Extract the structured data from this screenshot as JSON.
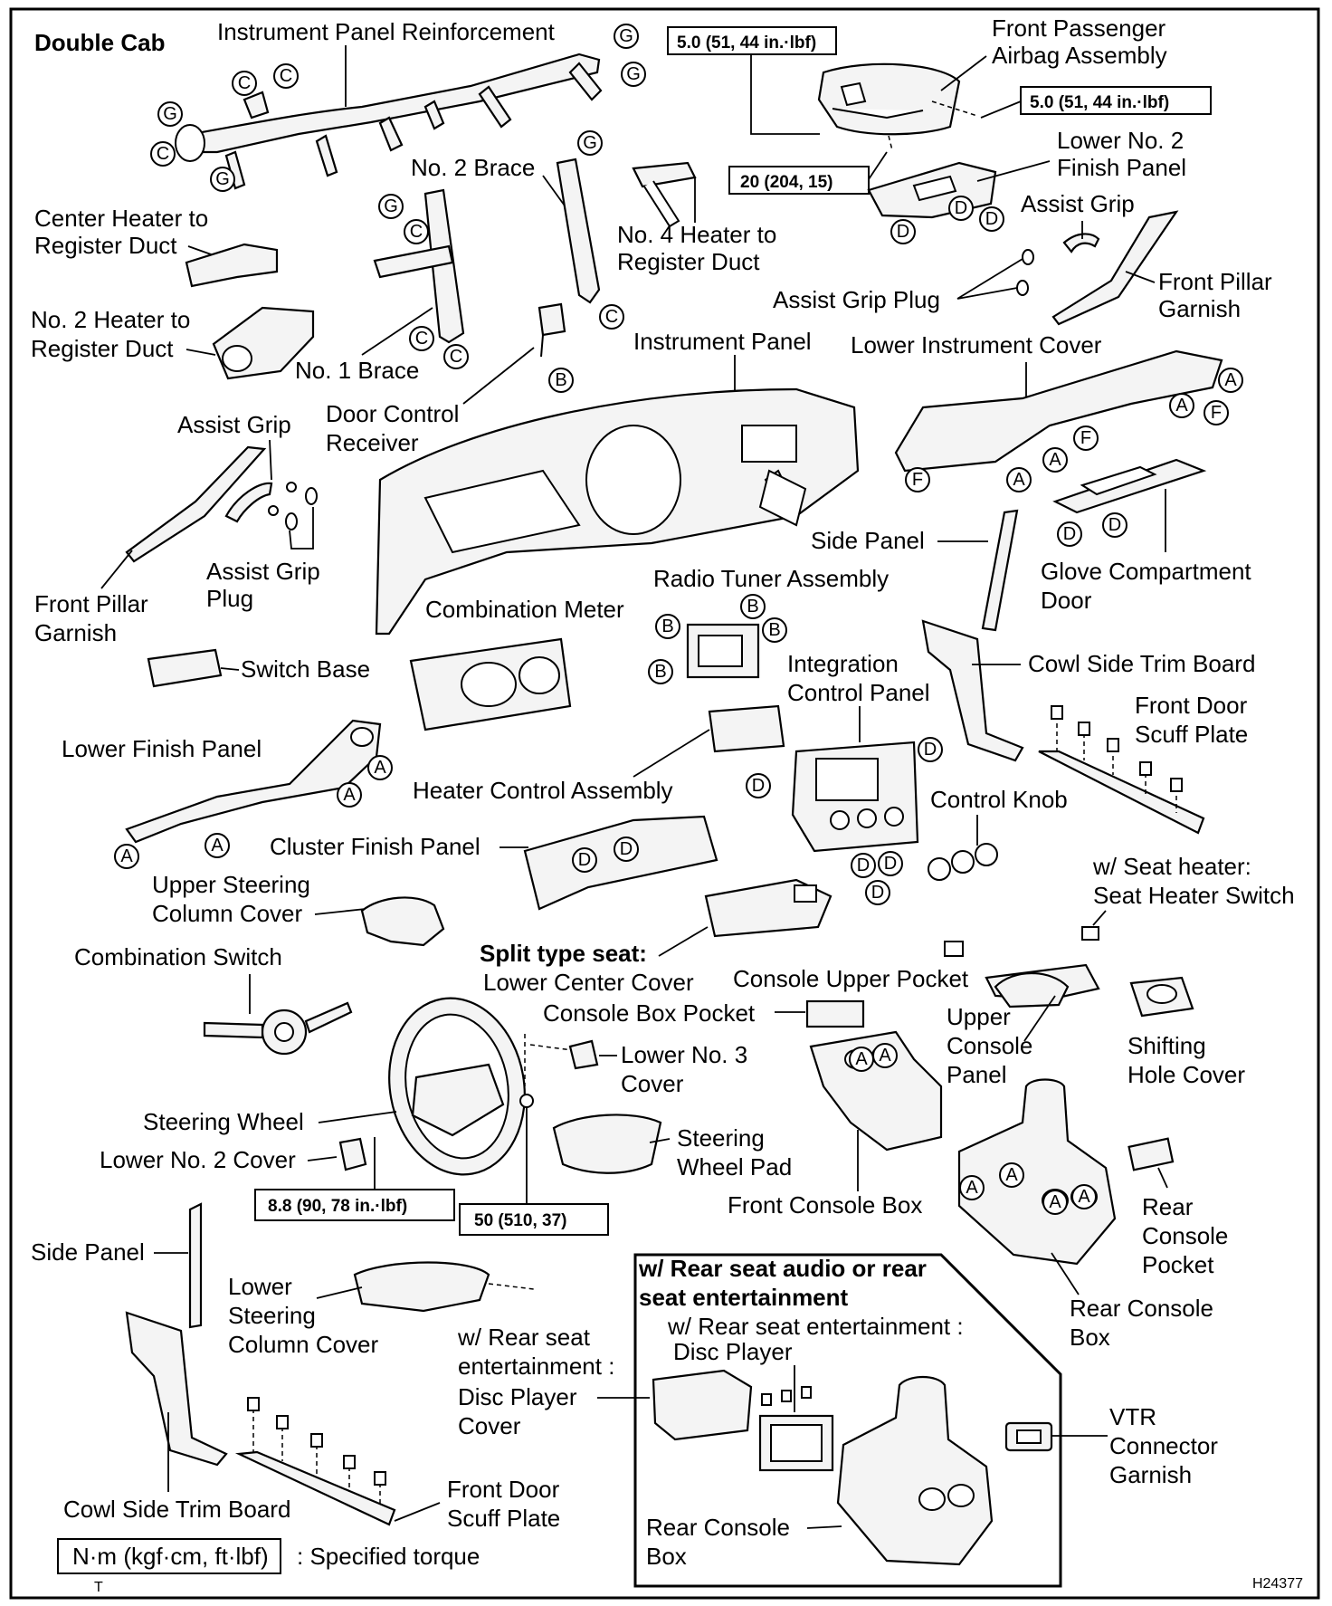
{
  "diagram_id": "H24377",
  "title": "Double Cab",
  "footer_mark": "T",
  "legend": {
    "box_text": "N·m (kgf·cm, ft·lbf)",
    "text": ": Specified torque"
  },
  "torques": {
    "t1": "5.0 (51, 44 in.·lbf)",
    "t2": "5.0 (51, 44 in.·lbf)",
    "t3": "20 (204, 15)",
    "t4": "8.8 (90, 78 in.·lbf)",
    "t5": "50 (510, 37)"
  },
  "labels": {
    "instrument_panel_reinforcement": "Instrument Panel Reinforcement",
    "front_passenger_airbag": [
      "Front Passenger",
      "Airbag Assembly"
    ],
    "lower_no2_finish_panel": [
      "Lower No. 2",
      "Finish Panel"
    ],
    "assist_grip_top": "Assist Grip",
    "assist_grip_plug_top": "Assist Grip Plug",
    "front_pillar_garnish_right": [
      "Front Pillar",
      "Garnish"
    ],
    "no2_brace": "No. 2 Brace",
    "no4_heater_duct": [
      "No. 4 Heater to",
      "Register Duct"
    ],
    "center_heater_duct": [
      "Center Heater to",
      "Register Duct"
    ],
    "no2_heater_duct": [
      "No. 2 Heater to",
      "Register Duct"
    ],
    "no1_brace": "No. 1 Brace",
    "instrument_panel": "Instrument Panel",
    "lower_instrument_cover": "Lower Instrument Cover",
    "door_control_receiver": [
      "Door Control",
      "Receiver"
    ],
    "assist_grip_left": "Assist Grip",
    "assist_grip_plug_left": [
      "Assist Grip",
      "Plug"
    ],
    "front_pillar_garnish_left": [
      "Front Pillar",
      "Garnish"
    ],
    "side_panel_right": "Side Panel",
    "glove_compartment_door": [
      "Glove Compartment",
      "Door"
    ],
    "radio_tuner": "Radio Tuner Assembly",
    "combination_meter": "Combination Meter",
    "switch_base": "Switch Base",
    "integration_control_panel": [
      "Integration",
      "Control Panel"
    ],
    "cowl_side_trim_right": "Cowl Side Trim Board",
    "front_door_scuff_right": [
      "Front Door",
      "Scuff Plate"
    ],
    "lower_finish_panel": "Lower Finish Panel",
    "heater_control": "Heater Control Assembly",
    "control_knob": "Control Knob",
    "cluster_finish_panel": "Cluster Finish Panel",
    "seat_heater": [
      "w/ Seat heater:",
      "Seat Heater Switch"
    ],
    "upper_steering_cover": [
      "Upper Steering",
      "Column Cover"
    ],
    "split_type_seat": "Split type seat:",
    "lower_center_cover": "Lower Center Cover",
    "combination_switch": "Combination Switch",
    "console_upper_pocket": "Console Upper Pocket",
    "console_box_pocket": "Console Box Pocket",
    "upper_console_panel": [
      "Upper",
      "Console",
      "Panel"
    ],
    "shifting_hole_cover": [
      "Shifting",
      "Hole Cover"
    ],
    "lower_no3_cover": [
      "Lower No. 3",
      "Cover"
    ],
    "steering_wheel": "Steering Wheel",
    "lower_no2_cover": "Lower No. 2 Cover",
    "steering_wheel_pad": [
      "Steering",
      "Wheel Pad"
    ],
    "front_console_box": "Front Console Box",
    "rear_console_pocket": [
      "Rear",
      "Console",
      "Pocket"
    ],
    "side_panel_left": "Side Panel",
    "lower_steering_cover": [
      "Lower",
      "Steering",
      "Column Cover"
    ],
    "disc_player_cover": [
      "w/ Rear seat",
      "entertainment :",
      "Disc Player",
      "Cover"
    ],
    "rear_console_box": [
      "Rear Console",
      "Box"
    ],
    "cowl_side_trim_left": "Cowl Side Trim Board",
    "front_door_scuff_left": [
      "Front  Door",
      "Scuff Plate"
    ],
    "inset_title": [
      "w/ Rear seat audio or rear",
      "seat entertainment"
    ],
    "inset_disc_player": [
      "w/ Rear seat entertainment :",
      "Disc Player"
    ],
    "inset_rear_console": [
      "Rear Console",
      "Box"
    ],
    "vtr_garnish": [
      "VTR",
      "Connector",
      "Garnish"
    ]
  },
  "callouts": {
    "A": "A",
    "B": "B",
    "C": "C",
    "D": "D",
    "F": "F",
    "G": "G"
  }
}
